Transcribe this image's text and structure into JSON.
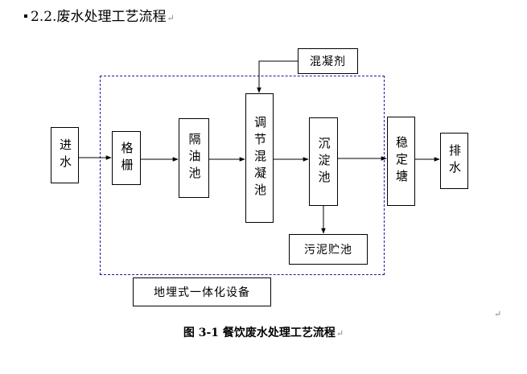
{
  "heading": {
    "number": "2.2.",
    "title": "废水处理工艺流程"
  },
  "nodes": {
    "inlet": "进水",
    "screen": "格栅",
    "oil_trap": "隔油池",
    "regulating": "调节混凝池",
    "sedimentation": "沉淀池",
    "stabilization": "稳定塘",
    "discharge": "排水",
    "coagulant": "混凝剂",
    "sludge": "污泥贮池",
    "equipment": "地埋式一体化设备"
  },
  "caption": "图 3-1 餐饮废水处理工艺流程",
  "paragraph_mark": "↵",
  "colors": {
    "dashed_border": "#1a1aa0",
    "line": "#000000"
  }
}
